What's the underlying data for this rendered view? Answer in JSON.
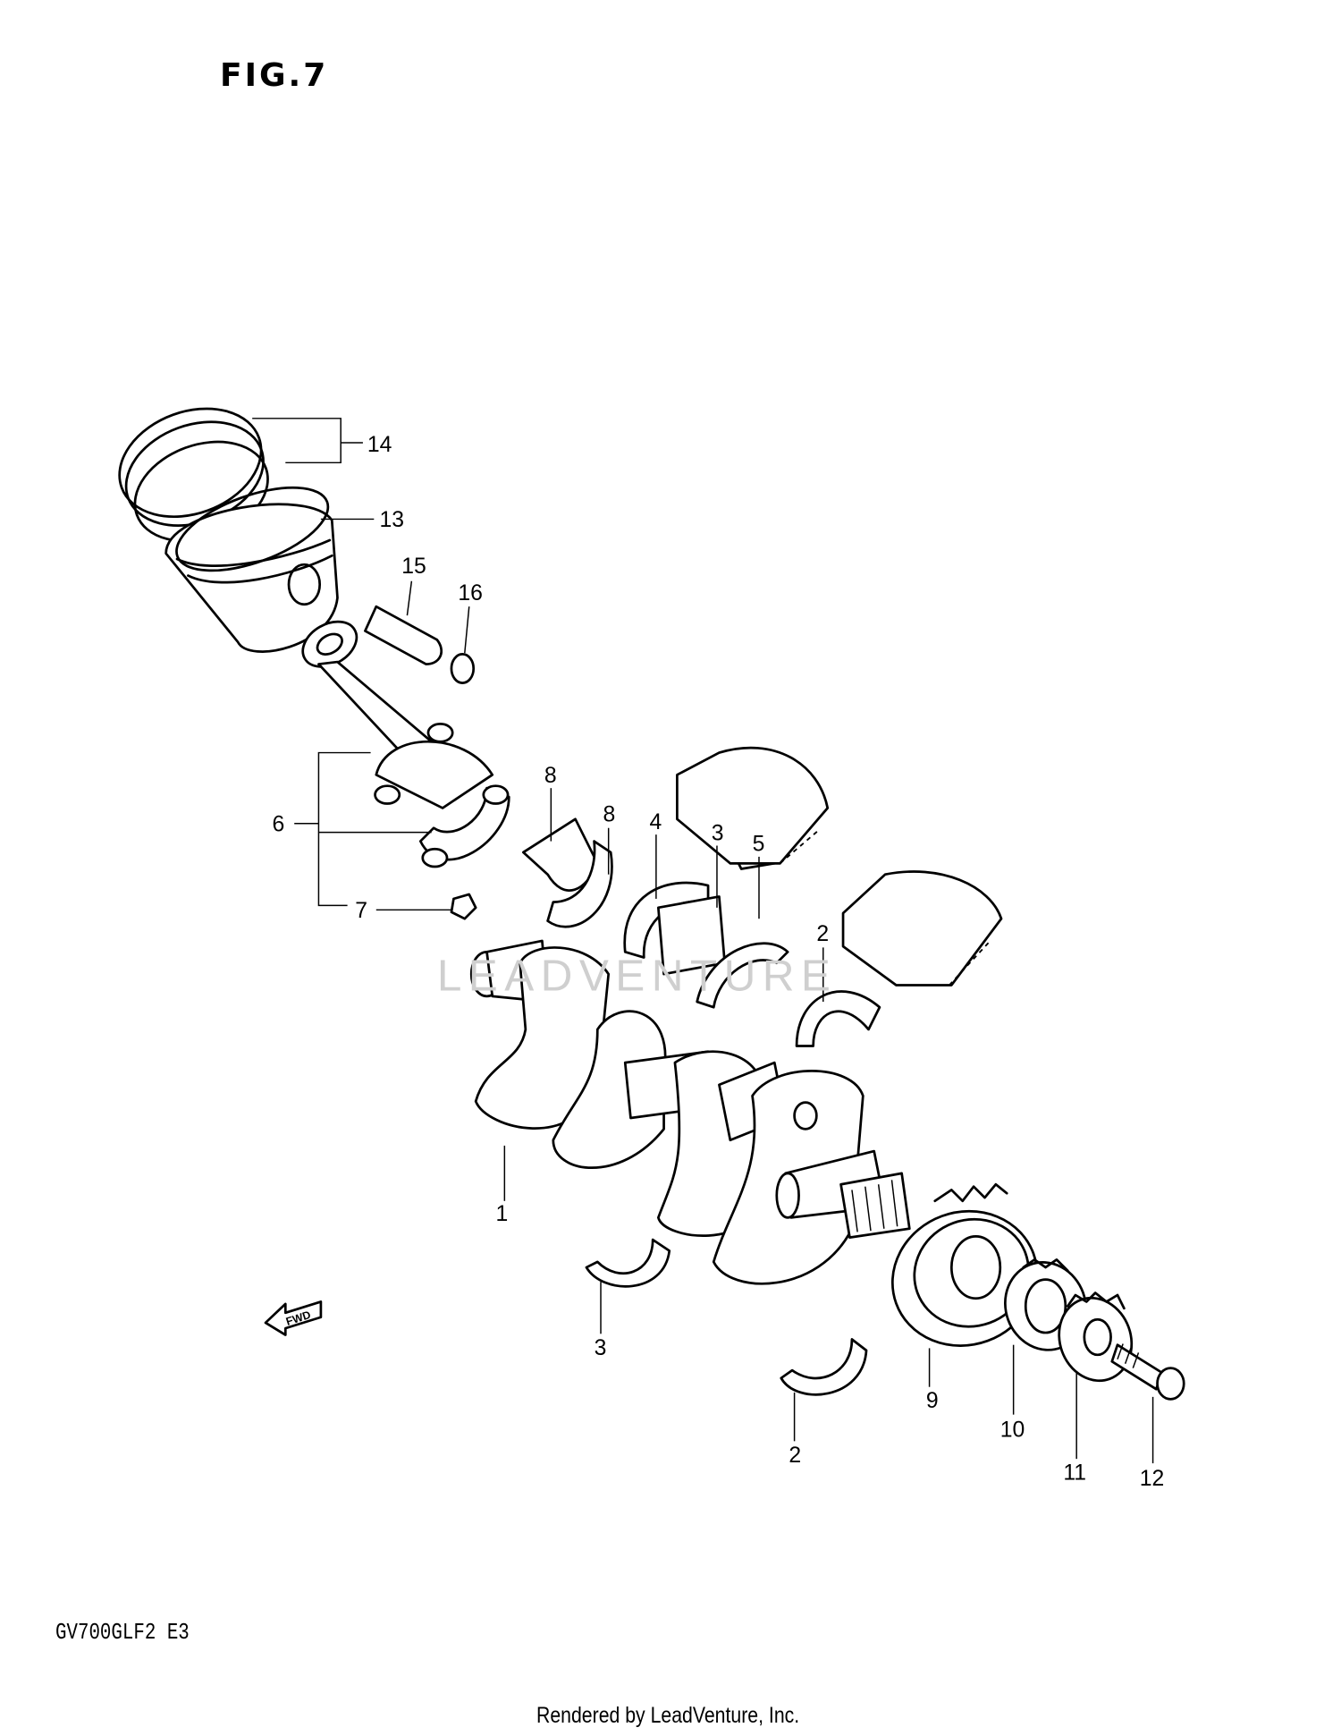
{
  "header": {
    "title": "FIG.7"
  },
  "model_code": "GV700GLF2 E3",
  "footer": "Rendered by LeadVenture, Inc.",
  "watermark": "LEADVENTURE",
  "fwd_label": "FWD",
  "callouts": {
    "c1": "1",
    "c2a": "2",
    "c2b": "2",
    "c3a": "3",
    "c3b": "3",
    "c4": "4",
    "c5": "5",
    "c6": "6",
    "c7": "7",
    "c8a": "8",
    "c8b": "8",
    "c9": "9",
    "c10": "10",
    "c11": "11",
    "c12": "12",
    "c13": "13",
    "c14": "14",
    "c15": "15",
    "c16": "16"
  }
}
